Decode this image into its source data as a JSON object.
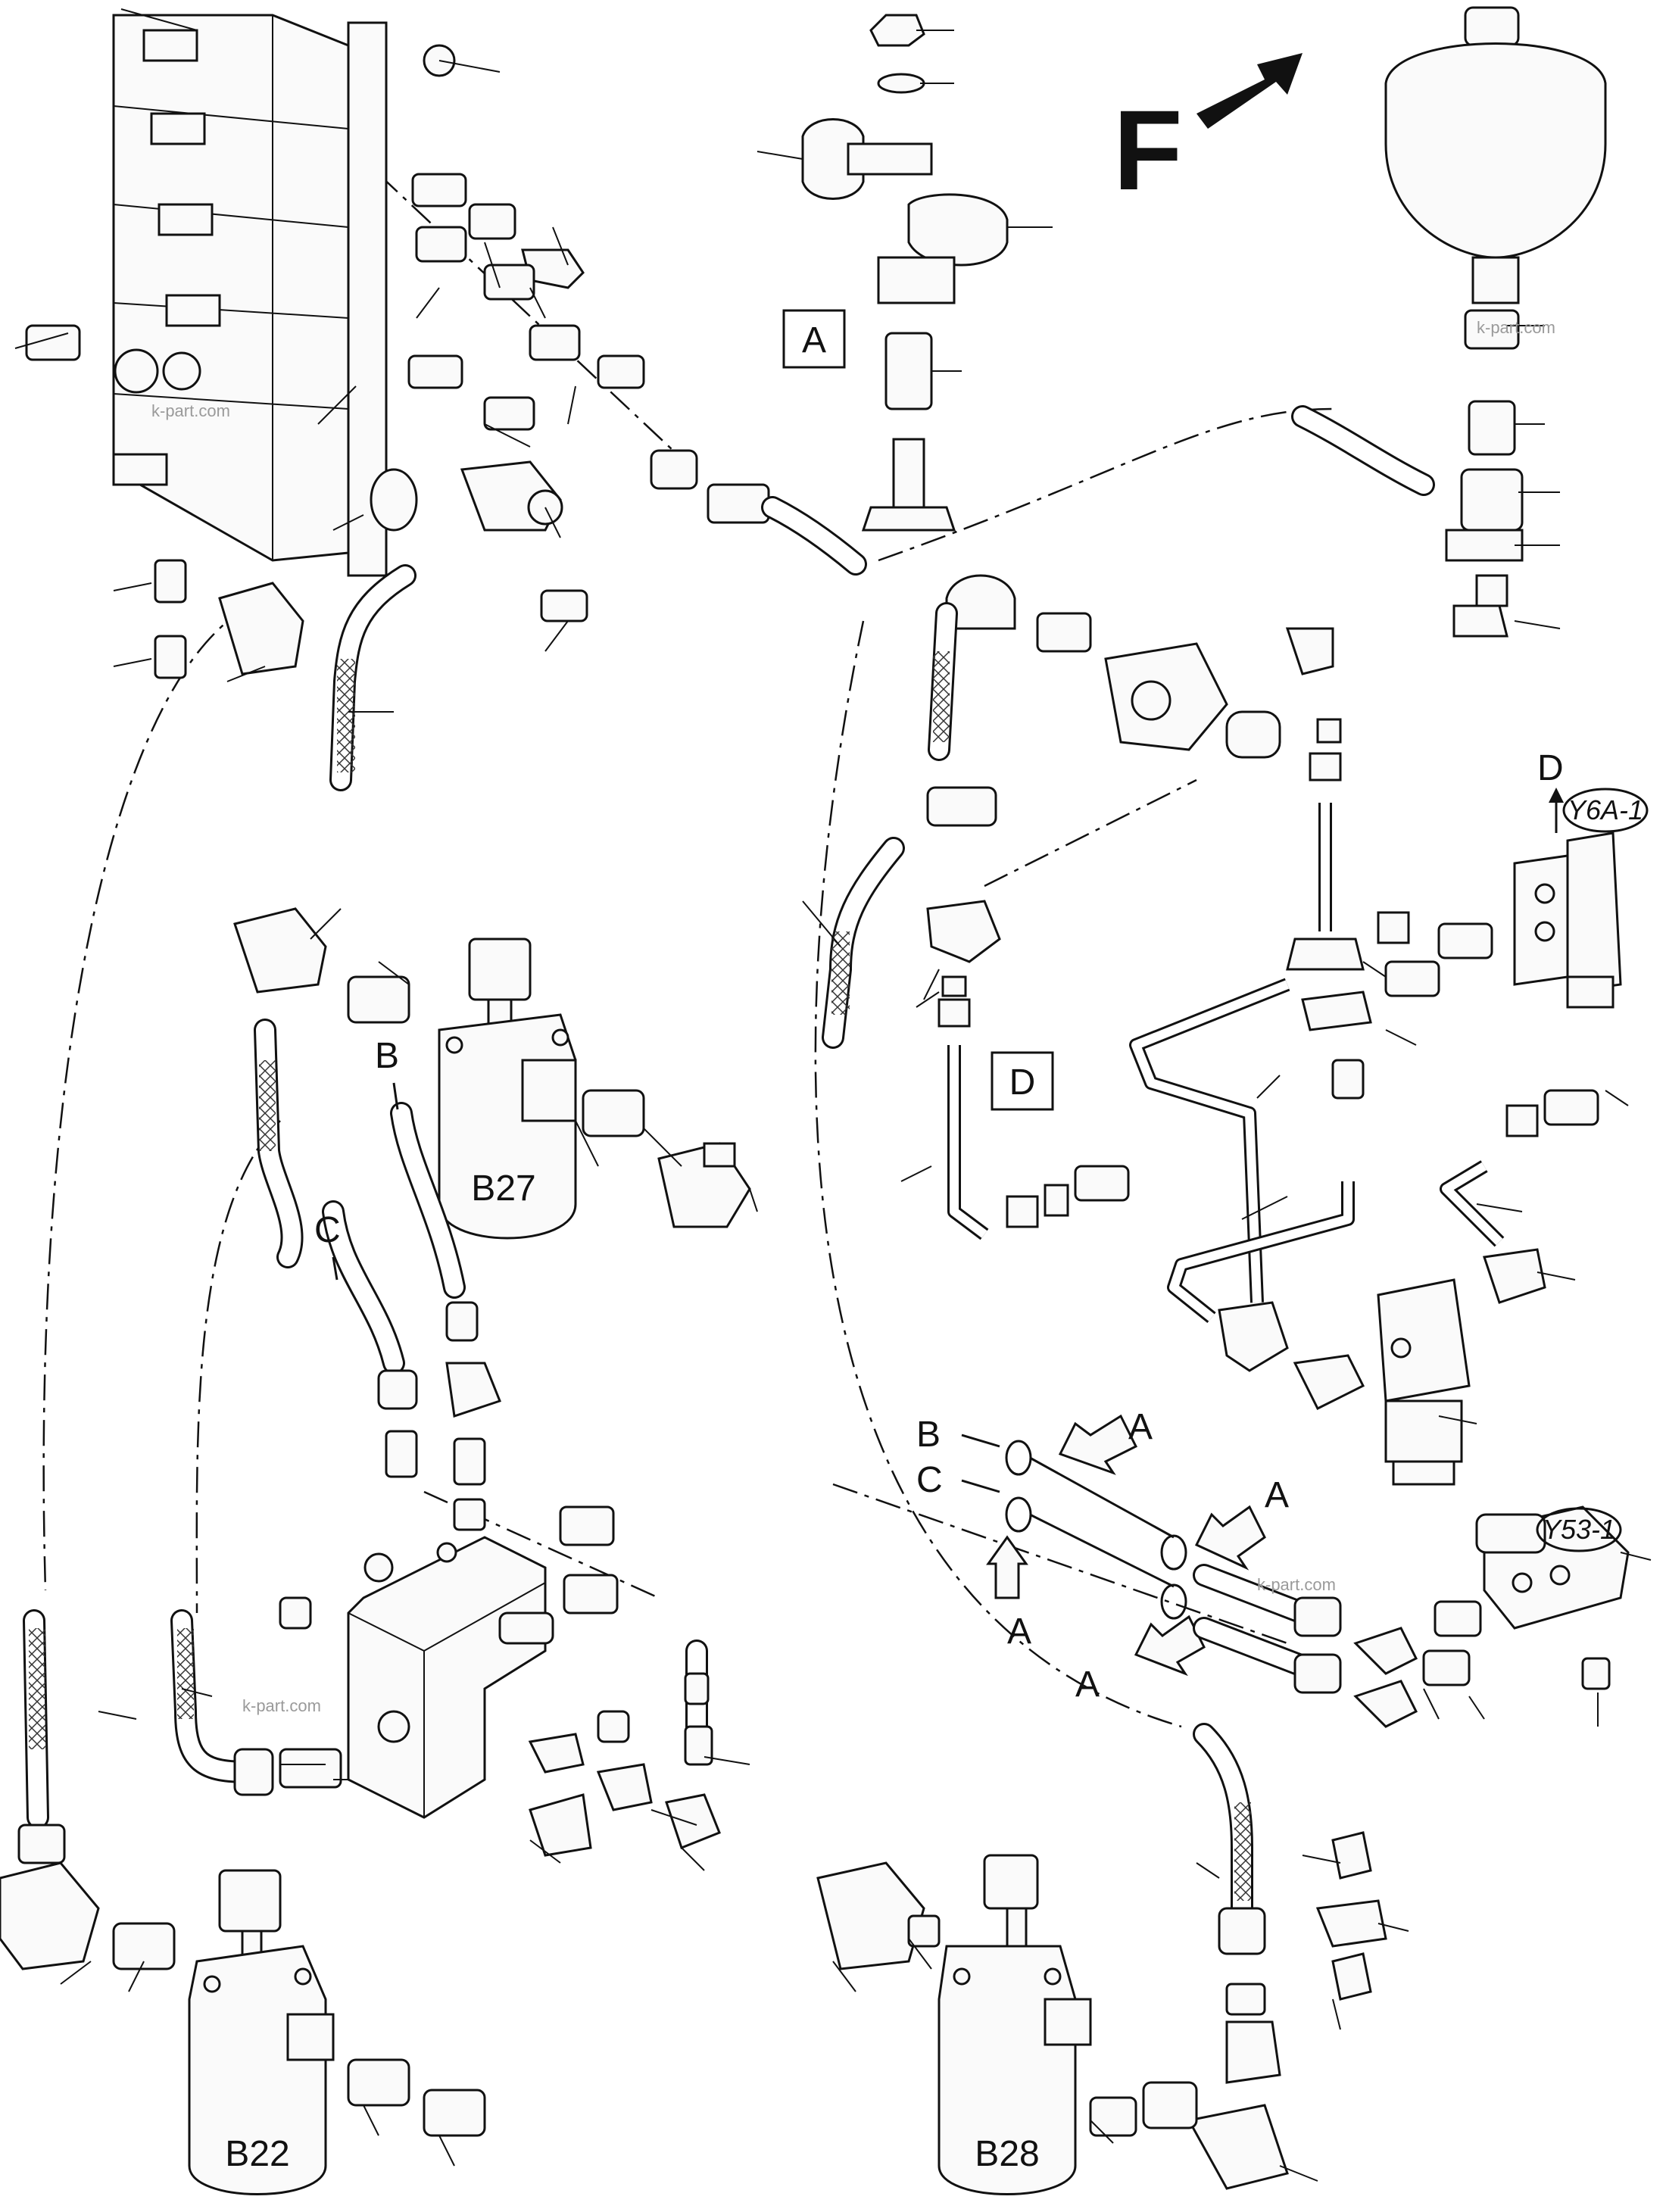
{
  "diagram": {
    "callouts": {
      "view_a": "A",
      "view_d": "D",
      "forward": "F"
    },
    "components": {
      "b27": "B27",
      "b22": "B22",
      "b28": "B28"
    },
    "tags": {
      "y6a": "Y6A-1",
      "y53": "Y53-1"
    },
    "connections": {
      "d": "D",
      "b": "B",
      "c": "C",
      "b2": "B",
      "c2": "C",
      "a": "A"
    },
    "watermark": "k-part.com"
  }
}
